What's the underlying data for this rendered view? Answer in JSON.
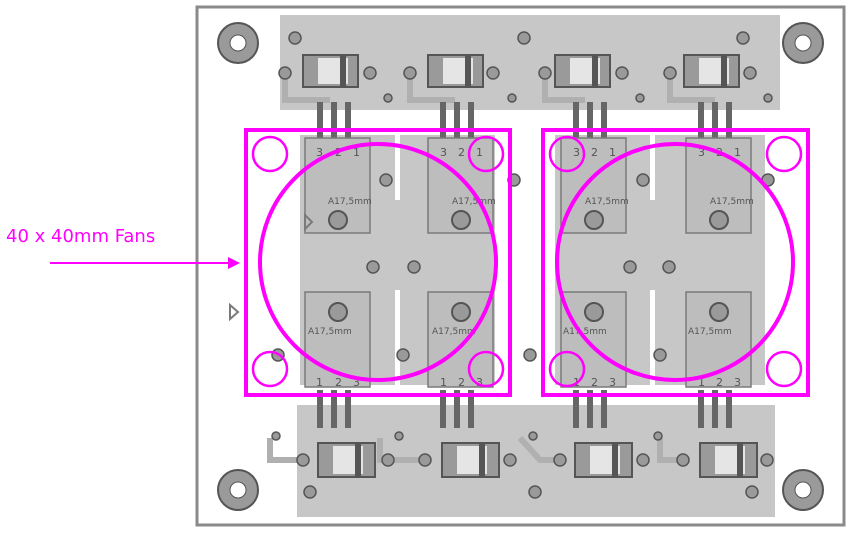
{
  "annotation": {
    "label": "40 x 40mm Fans"
  },
  "component": {
    "pins_top": [
      "3",
      "2",
      "1"
    ],
    "pins_bottom": [
      "1",
      "2",
      "3"
    ],
    "designator": "A17,5mm"
  },
  "colors": {
    "fan_outline": "#ff00ff",
    "board_outline": "#8a8a8a",
    "copper": "#c7c7c7",
    "component": "#7a7a7a",
    "background": "#ffffff"
  }
}
